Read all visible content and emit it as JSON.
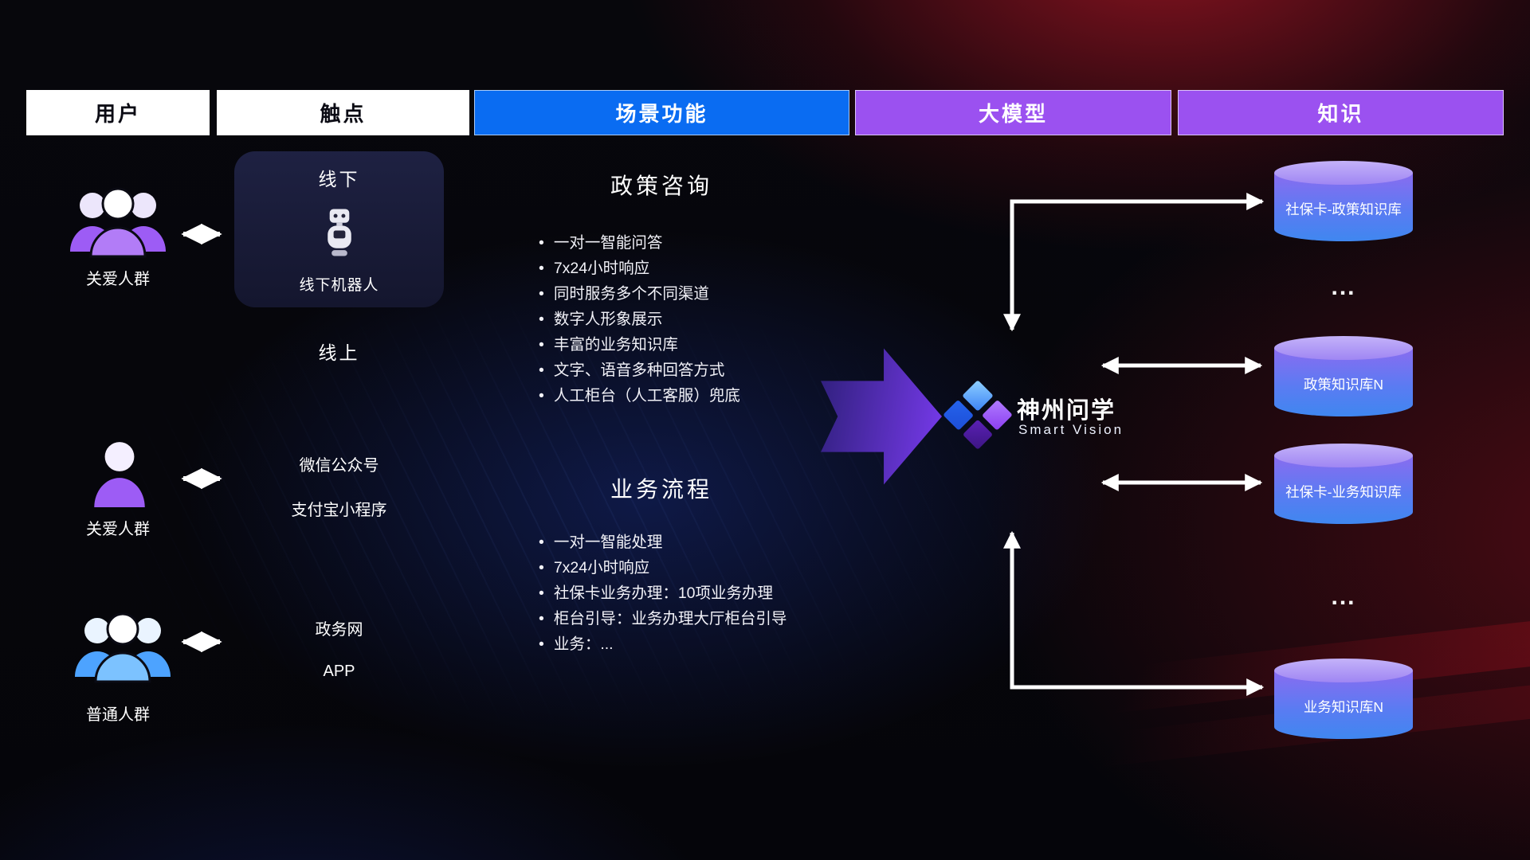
{
  "headers": [
    {
      "label": "用户"
    },
    {
      "label": "触点"
    },
    {
      "label": "场景功能"
    },
    {
      "label": "大模型"
    },
    {
      "label": "知识"
    }
  ],
  "users": [
    {
      "label": "关爱人群"
    },
    {
      "label": "关爱人群"
    },
    {
      "label": "普通人群"
    }
  ],
  "touchpoints": {
    "offline_title": "线下",
    "offline_robot": "线下机器人",
    "online_title": "线上",
    "wechat": "微信公众号",
    "alipay": "支付宝小程序",
    "gov_web": "政务网",
    "app": "APP"
  },
  "scenes": [
    {
      "title": "政策咨询",
      "items": [
        "一对一智能问答",
        "7x24小时响应",
        "同时服务多个不同渠道",
        "数字人形象展示",
        "丰富的业务知识库",
        "文字、语音多种回答方式",
        "人工柜台（人工客服）兜底"
      ]
    },
    {
      "title": "业务流程",
      "items": [
        "一对一智能处理",
        "7x24小时响应",
        "社保卡业务办理：10项业务办理",
        "柜台引导：业务办理大厅柜台引导",
        "业务：..."
      ]
    }
  ],
  "brand": {
    "name": "神州问学",
    "subtitle": "Smart Vision"
  },
  "knowledge": {
    "kb1": "社保卡-政策知识库",
    "ellipsis1": "...",
    "kb2": "政策知识库N",
    "kb3": "社保卡-业务知识库",
    "ellipsis2": "...",
    "kb4": "业务知识库N"
  },
  "colors": {
    "header_blue": "#0a6cf2",
    "header_purple": "#9b51f0",
    "cylinder_top": "#b9a6f7",
    "cylinder_body_start": "#8a6cf0",
    "cylinder_body_end": "#3f87f0",
    "big_arrow_purple": "#6d3df0",
    "user_purple": "#9d5cf5",
    "user_blue": "#4da3ff",
    "arrow_color": "#ffffff"
  }
}
